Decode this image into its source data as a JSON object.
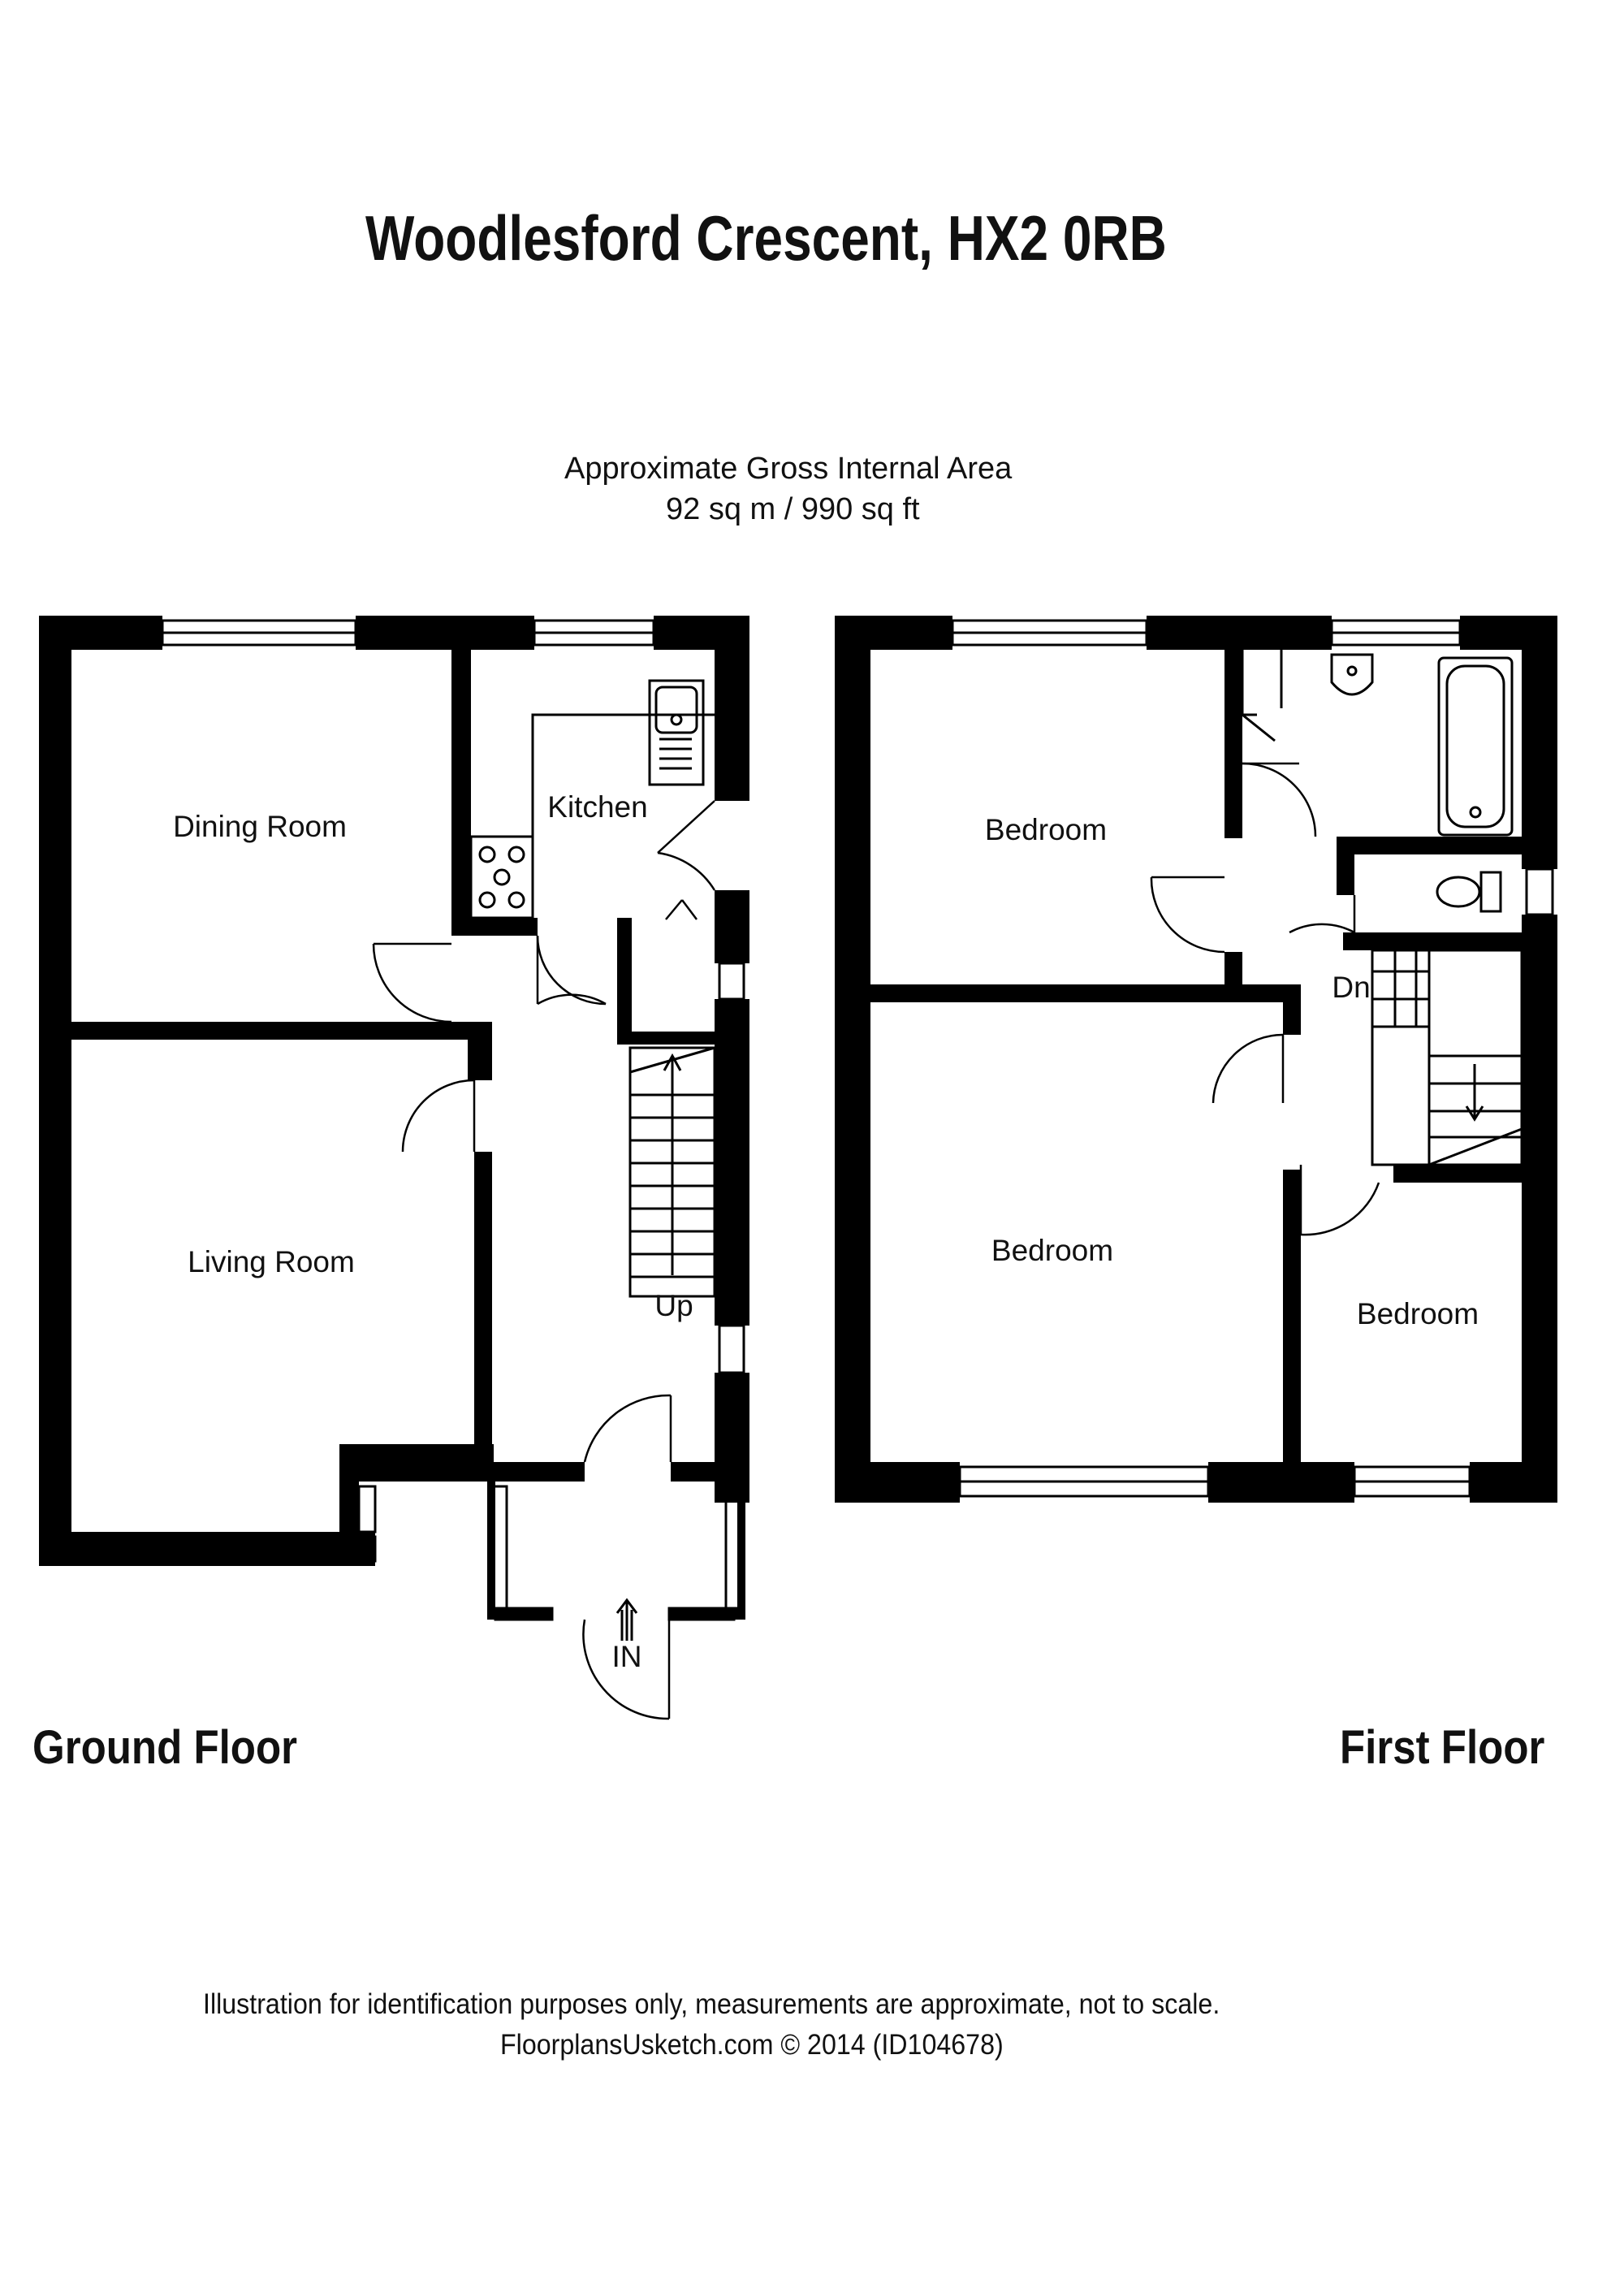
{
  "title": "Woodlesford Crescent, HX2 0RB",
  "area": {
    "line1": "Approximate Gross Internal Area",
    "line2": "92 sq m / 990 sq ft"
  },
  "floors": {
    "ground": {
      "label": "Ground Floor",
      "rooms": {
        "dining": "Dining Room",
        "kitchen": "Kitchen",
        "living": "Living Room",
        "stairs": "Up",
        "entrance": "IN"
      }
    },
    "first": {
      "label": "First Floor",
      "rooms": {
        "bedroom_top": "Bedroom",
        "bedroom_middle": "Bedroom",
        "bedroom_small": "Bedroom",
        "stairs": "Dn"
      }
    }
  },
  "footer": {
    "disclaimer": "Illustration for identification purposes only, measurements are approximate, not to scale.",
    "credit": "FloorplansUsketch.com © 2014 (ID104678)"
  },
  "colors": {
    "wall": "#000000",
    "background": "#ffffff",
    "text": "#111111"
  }
}
